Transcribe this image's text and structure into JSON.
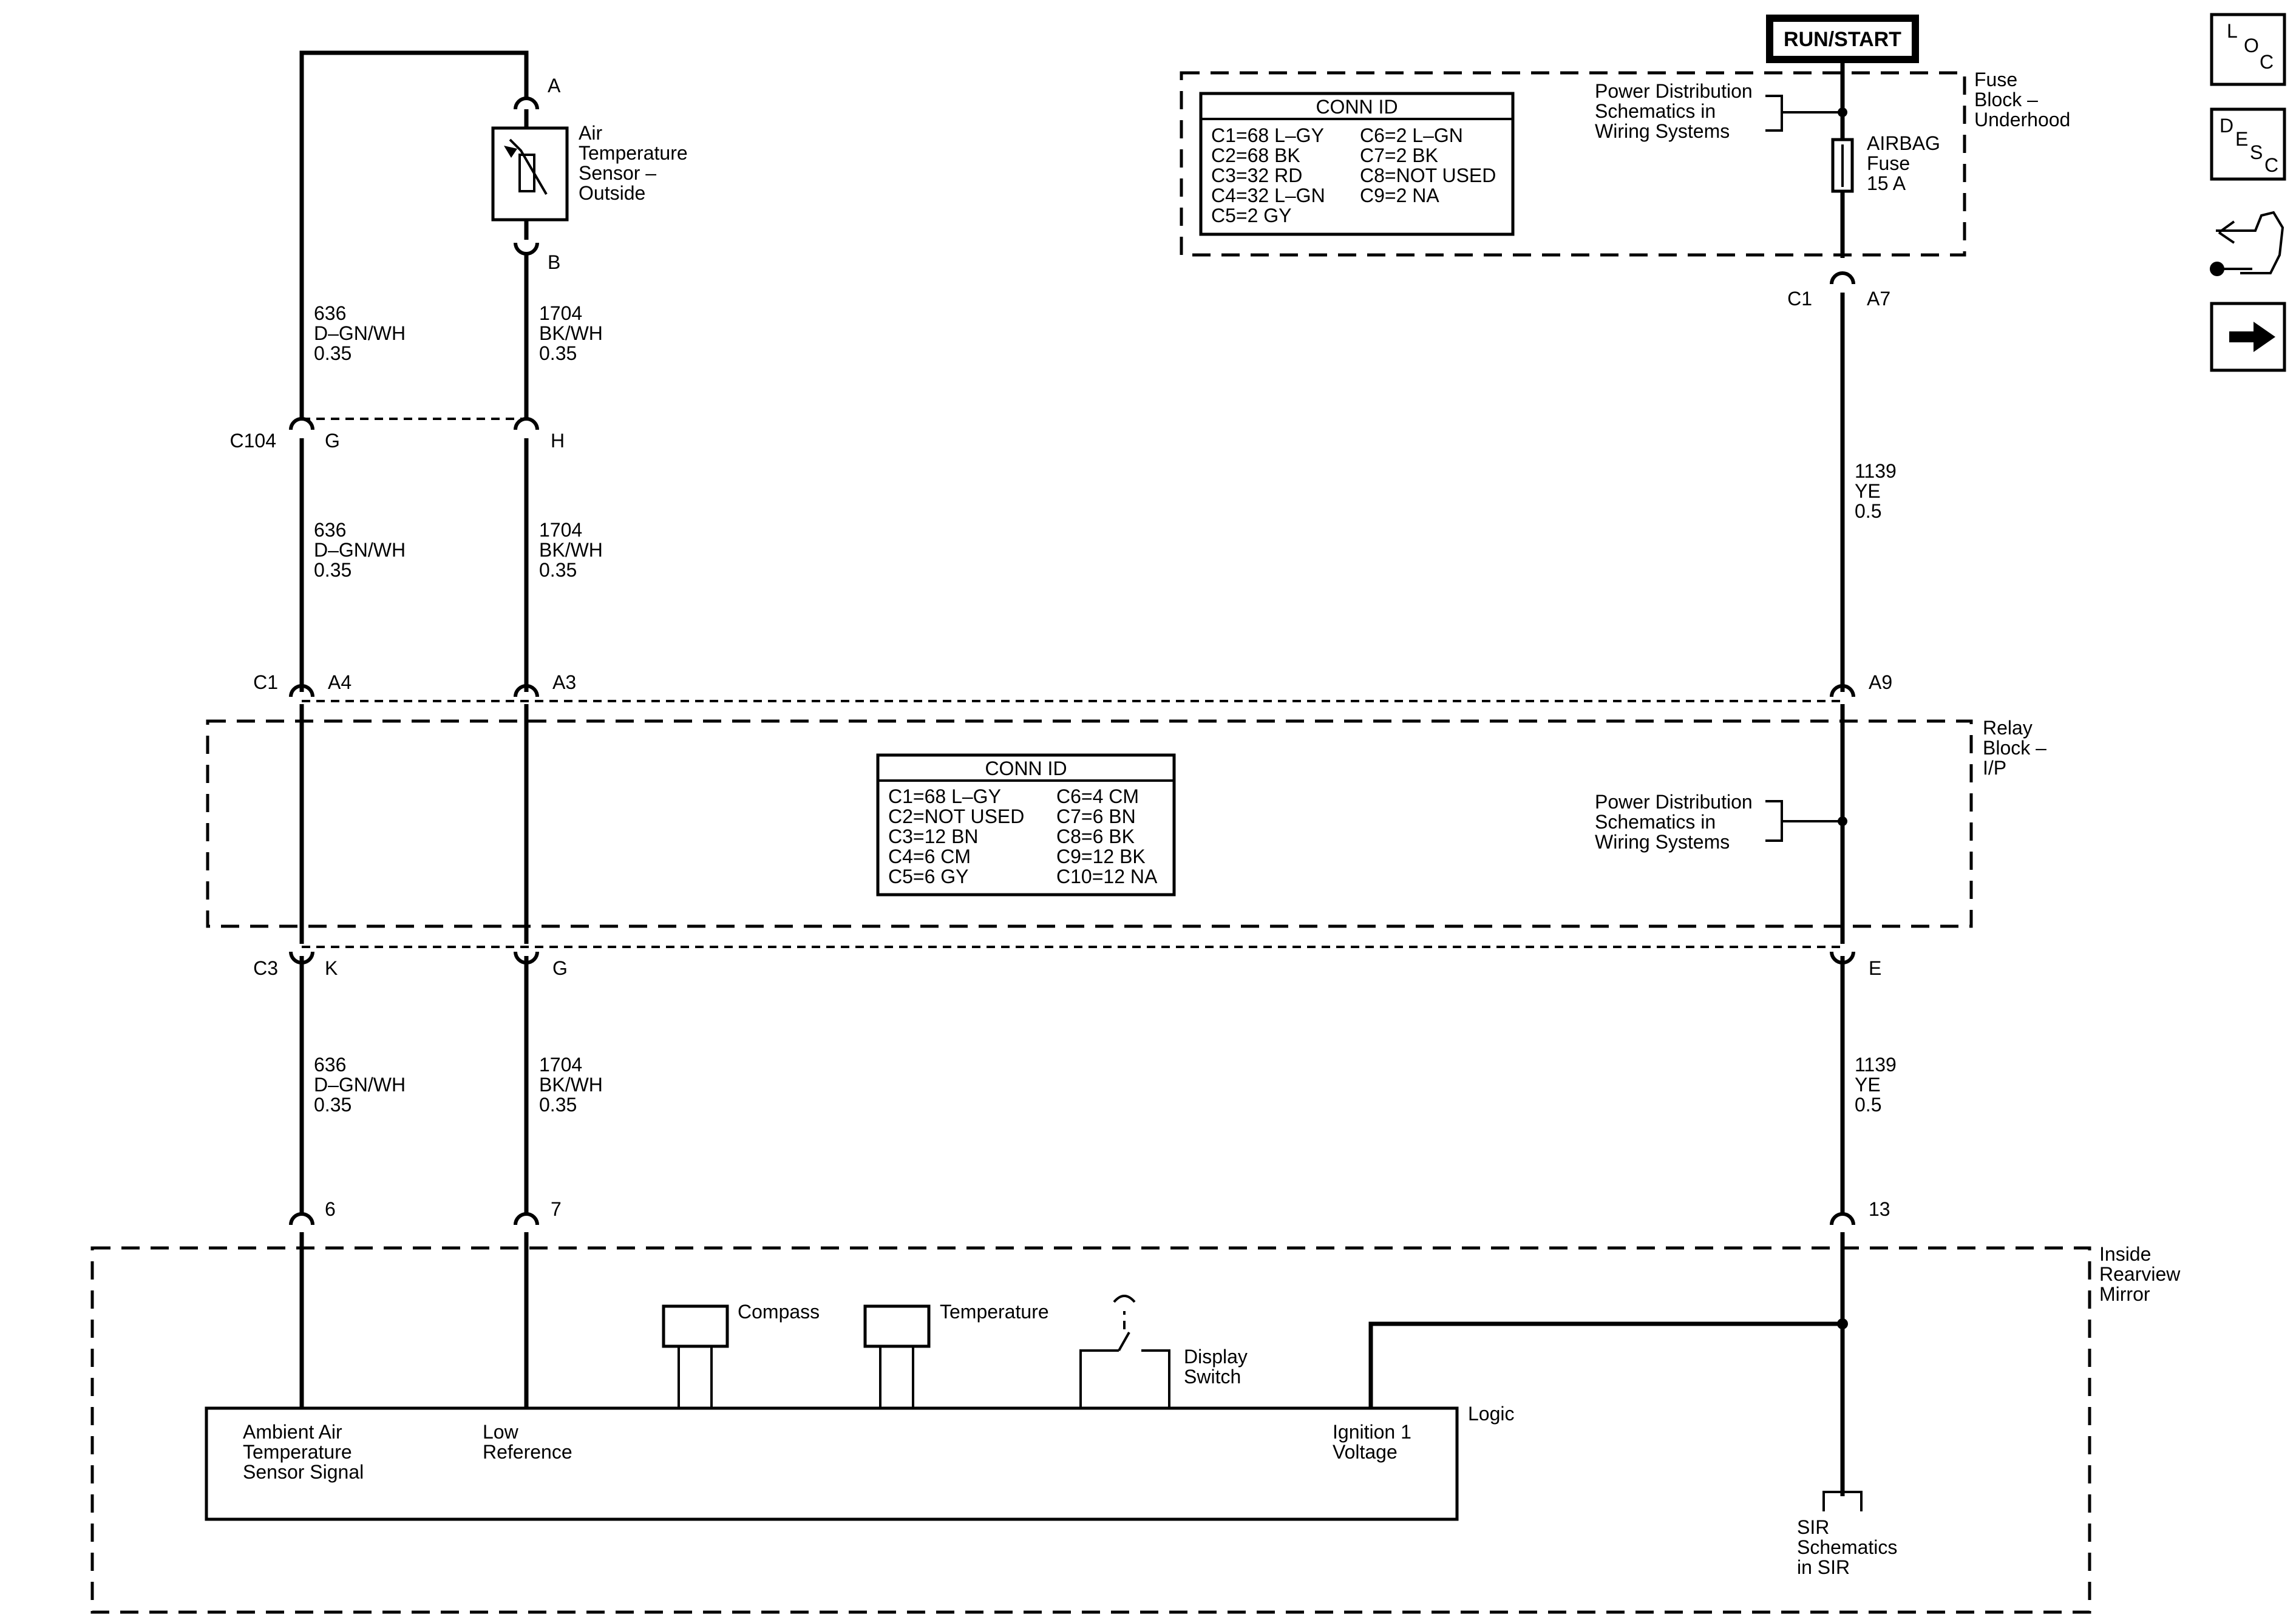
{
  "run_start": "RUN/START",
  "nav": {
    "loc": [
      "L",
      "O",
      "C"
    ],
    "desc": [
      "D",
      "E",
      "S",
      "C"
    ],
    "connector_end_view_icon": "connector-end-view-icon",
    "next_icon": "arrow-right-icon"
  },
  "sensor": {
    "pin_top": "A",
    "pin_bottom": "B",
    "name": [
      "Air",
      "Temperature",
      "Sensor –",
      "Outside"
    ]
  },
  "fuse_block": {
    "name": [
      "Fuse",
      "Block –",
      "Underhood"
    ],
    "conn_id_title": "CONN ID",
    "conn_id_left": [
      "C1=68 L–GY",
      "C2=68 BK",
      "C3=32 RD",
      "C4=32 L–GN",
      "C5=2 GY"
    ],
    "conn_id_right": [
      "C6=2 L–GN",
      "C7=2 BK",
      "C8=NOT USED",
      "C9=2 NA"
    ],
    "power_dist": [
      "Power Distribution",
      "Schematics in",
      "Wiring Systems"
    ],
    "fuse": [
      "AIRBAG",
      "Fuse",
      "15 A"
    ],
    "out_connector": "C1",
    "out_pin": "A7"
  },
  "wires": {
    "w636": [
      "636",
      "D–GN/WH",
      "0.35"
    ],
    "w1704": [
      "1704",
      "BK/WH",
      "0.35"
    ],
    "w1139": [
      "1139",
      "YE",
      "0.5"
    ]
  },
  "c104": {
    "name": "C104",
    "pin_left": "G",
    "pin_right": "H"
  },
  "relay_block": {
    "name": [
      "Relay",
      "Block –",
      "I/P"
    ],
    "top_connector": "C1",
    "top_pins": [
      "A4",
      "A3",
      "A9"
    ],
    "bottom_connector": "C3",
    "bottom_pins": [
      "K",
      "G",
      "E"
    ],
    "conn_id_title": "CONN ID",
    "conn_id_left": [
      "C1=68 L–GY",
      "C2=NOT USED",
      "C3=12 BN",
      "C4=6 CM",
      "C5=6 GY"
    ],
    "conn_id_right": [
      "C6=4 CM",
      "C7=6 BN",
      "C8=6 BK",
      "C9=12 BK",
      "C10=12 NA"
    ],
    "power_dist": [
      "Power Distribution",
      "Schematics in",
      "Wiring Systems"
    ]
  },
  "mirror": {
    "name": [
      "Inside",
      "Rearview",
      "Mirror"
    ],
    "pins": [
      "6",
      "7",
      "13"
    ],
    "compass": "Compass",
    "temperature": "Temperature",
    "display_switch": [
      "Display",
      "Switch"
    ],
    "logic": "Logic",
    "sig_ambient": [
      "Ambient Air",
      "Temperature",
      "Sensor Signal"
    ],
    "sig_low": [
      "Low",
      "Reference"
    ],
    "sig_ign": [
      "Ignition 1",
      "Voltage"
    ],
    "sir": [
      "SIR",
      "Schematics",
      "in SIR"
    ]
  }
}
